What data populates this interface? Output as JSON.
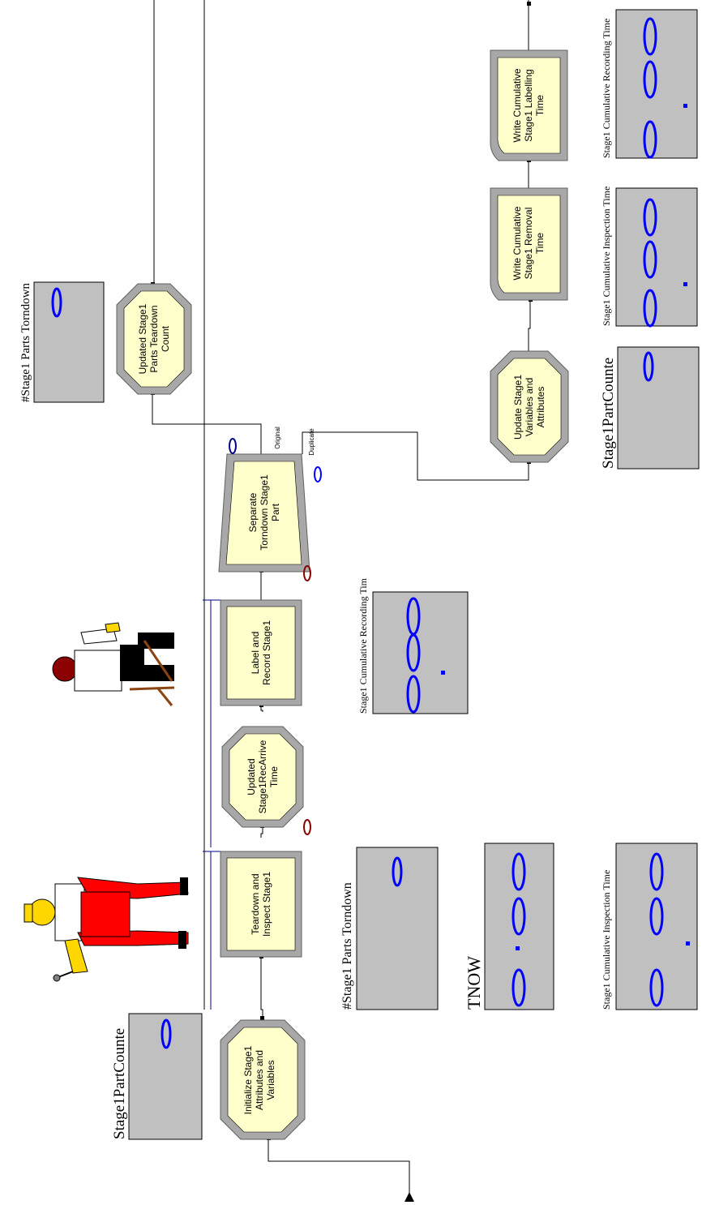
{
  "modules": {
    "initialize": "Initialize Stage1 Attributes and Variables",
    "teardown": "Teardown and Inspect Stage1",
    "updated_recarrive": "Updated Stage1RecArrive Time",
    "label_record": "Label and Record Stage1",
    "separate": "Separate Torndown Stage1 Part",
    "updated_count": "Updated Stage1 Parts Teardown Count",
    "update_vars": "Update Stage1 Variables and Attributes",
    "write_removal": "Write Cumulative Stage1 Removal Time",
    "write_labelling": "Write Cumulative Stage1 Labelling Time"
  },
  "separate_outputs": {
    "original": "Original",
    "duplicate": "Duplicate"
  },
  "counters": {
    "separate_top": "0",
    "separate_bottom": "0",
    "separate_right": "0",
    "updated_recarrive": "0"
  },
  "displays": {
    "partcount_left": {
      "label": "Stage1PartCounte",
      "value": "0"
    },
    "parts_torndown_mid": {
      "label": "#Stage1 Parts Torndown",
      "value": "0"
    },
    "tnow": {
      "label": "TNOW",
      "value": "0.00"
    },
    "inspection_time_bottom": {
      "label": "Stage1 Cumulative Inspection Time",
      "value": "0.00"
    },
    "recording_time_mid": {
      "label": "Stage1 Cumulative Recording Tim",
      "value": "0.00"
    },
    "parts_torndown_top": {
      "label": "#Stage1 Parts Torndown",
      "value": "0"
    },
    "partcount_right": {
      "label": "Stage1PartCounte",
      "value": "0"
    },
    "inspection_time_right": {
      "label": "Stage1 Cumulative Inspection Time",
      "value": "0.00"
    },
    "recording_time_right": {
      "label": "Stage1 Cumulative Recording Time",
      "value": "0.00"
    }
  },
  "colors": {
    "module_fill": "#ffffcc",
    "frame": "#a8a8a8",
    "display_fill": "#c0c0c0",
    "digit": "#0000ff",
    "counter": "#00008b",
    "counter_red": "#8b0000",
    "resource_line": "#00008b"
  }
}
